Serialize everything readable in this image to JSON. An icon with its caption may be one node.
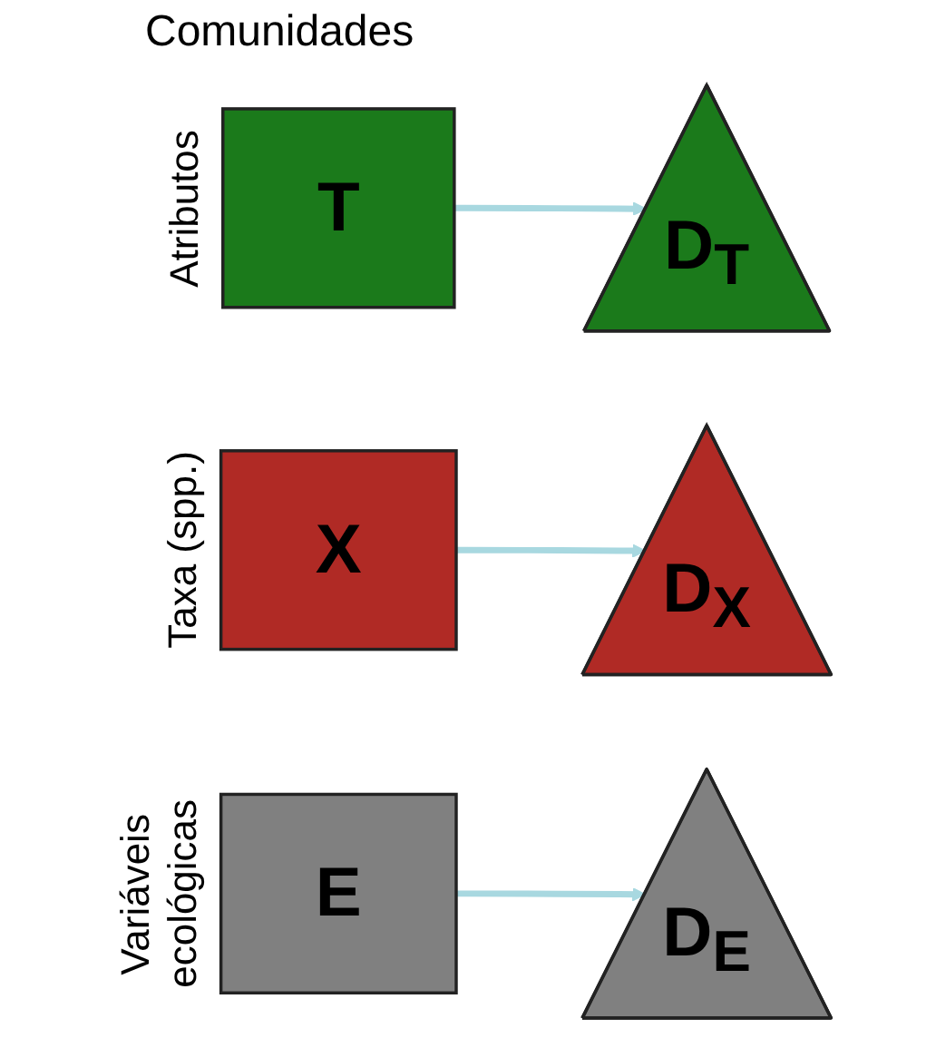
{
  "diagram": {
    "nodes": [
      {
        "text": [
          "T"
        ],
        "beside": [
          "Atributos"
        ]
      },
      {
        "text": [
          "D$_{T}$"
        ]
      },
      {
        "text": [
          "X"
        ],
        "beside": [
          "Taxa (spp.)"
        ]
      },
      {
        "text": [
          "D$_{X}$"
        ]
      },
      {
        "text": [
          "E"
        ],
        "beside": [
          "Variáveis ecológicas"
        ]
      },
      {
        "text": [
          "D$_{E}$"
        ]
      }
    ],
    "edges": [
      {
        "from": 0,
        "to": 1,
        "arrow": "to"
      },
      {
        "from": 2,
        "to": 3,
        "arrow": "to"
      },
      {
        "from": 4,
        "to": 5,
        "arrow": "to"
      }
    ],
    "labels": [
      "Comunidades"
    ]
  }
}
